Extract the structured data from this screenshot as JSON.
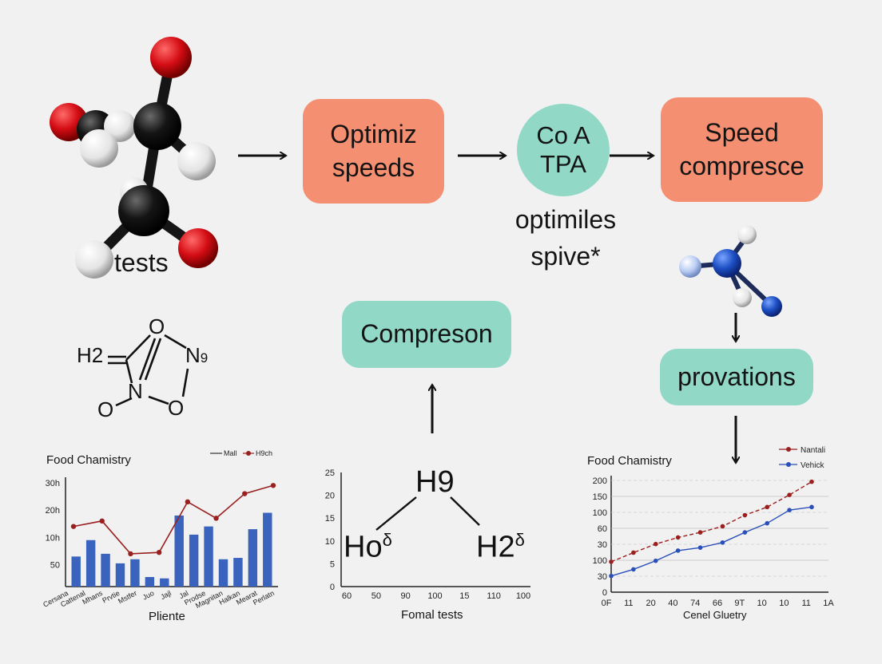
{
  "flow": {
    "tests_label": "tests",
    "box1": "Optimiz\nspeeds",
    "circle": "Co A\nTPA",
    "circle_caption": "optimiles\nspive*",
    "box2": "Speed\ncompresce",
    "compression_box": "Compreson",
    "provations_box": "provations"
  },
  "structure1": {
    "h2": "H2",
    "o_top": "O",
    "n_right": "N",
    "n_sub": "9",
    "n_center": "N",
    "o_left": "O",
    "o_right": "O"
  },
  "structure2": {
    "top": "H9",
    "left": "Ho",
    "left_sup": "δ",
    "right": "H2",
    "right_sup": "δ"
  },
  "colors": {
    "orange": "#f58f72",
    "teal": "#91d8c6",
    "bar_blue": "#3a63bd",
    "line_red": "#9a2020",
    "line_blue": "#2a4fb8"
  },
  "chart_data": [
    {
      "type": "bar",
      "title": "Food Chamistry",
      "xlabel": "Pliente",
      "ylabel": "",
      "ytick_labels": [
        "50",
        "10h",
        "20h",
        "30h"
      ],
      "categories": [
        "Cersana",
        "Cattenal",
        "Mhans",
        "Prvtie",
        "Mstfer",
        "Juo",
        "Jajl",
        "Jal",
        "Prodse",
        "Magnitan",
        "Halkan",
        "Mearat",
        "Perlatn"
      ],
      "series": [
        {
          "kind": "bar",
          "values": [
            11,
            17,
            12,
            8.5,
            10,
            3.5,
            3,
            26,
            19,
            22,
            10,
            10.5,
            21,
            27
          ]
        },
        {
          "kind": "line",
          "values": [
            22,
            24,
            12,
            12.5,
            31,
            25,
            34,
            37
          ]
        }
      ],
      "legend": [
        "Mall",
        "H9ch"
      ],
      "ylim": [
        0,
        40
      ]
    },
    {
      "type": "line",
      "title": "",
      "xlabel": "Fomal tests",
      "ylabel": "",
      "xtick_labels": [
        "60",
        "50",
        "90",
        "100",
        "15",
        "110",
        "100"
      ],
      "ytick_labels": [
        "0",
        "5",
        "10",
        "15",
        "20",
        "25"
      ],
      "ylim": [
        0,
        25
      ]
    },
    {
      "type": "line",
      "title": "Food Chamistry",
      "xlabel": "Cenel Gluetry",
      "ylabel": "",
      "xtick_labels": [
        "0F",
        "11",
        "20",
        "40",
        "74",
        "66",
        "9T",
        "10",
        "10",
        "11",
        "1A"
      ],
      "ytick_labels": [
        "0",
        "30",
        "100",
        "30",
        "60",
        "100",
        "150",
        "200"
      ],
      "legend": [
        "Nantali",
        "Vehick"
      ],
      "series": [
        {
          "name": "Nantali",
          "values": [
            60,
            78,
            95,
            108,
            118,
            130,
            152,
            168,
            192,
            218
          ]
        },
        {
          "name": "Vehick",
          "values": [
            32,
            45,
            62,
            82,
            88,
            98,
            118,
            136,
            162,
            168
          ]
        }
      ],
      "ylim": [
        0,
        230
      ]
    }
  ]
}
